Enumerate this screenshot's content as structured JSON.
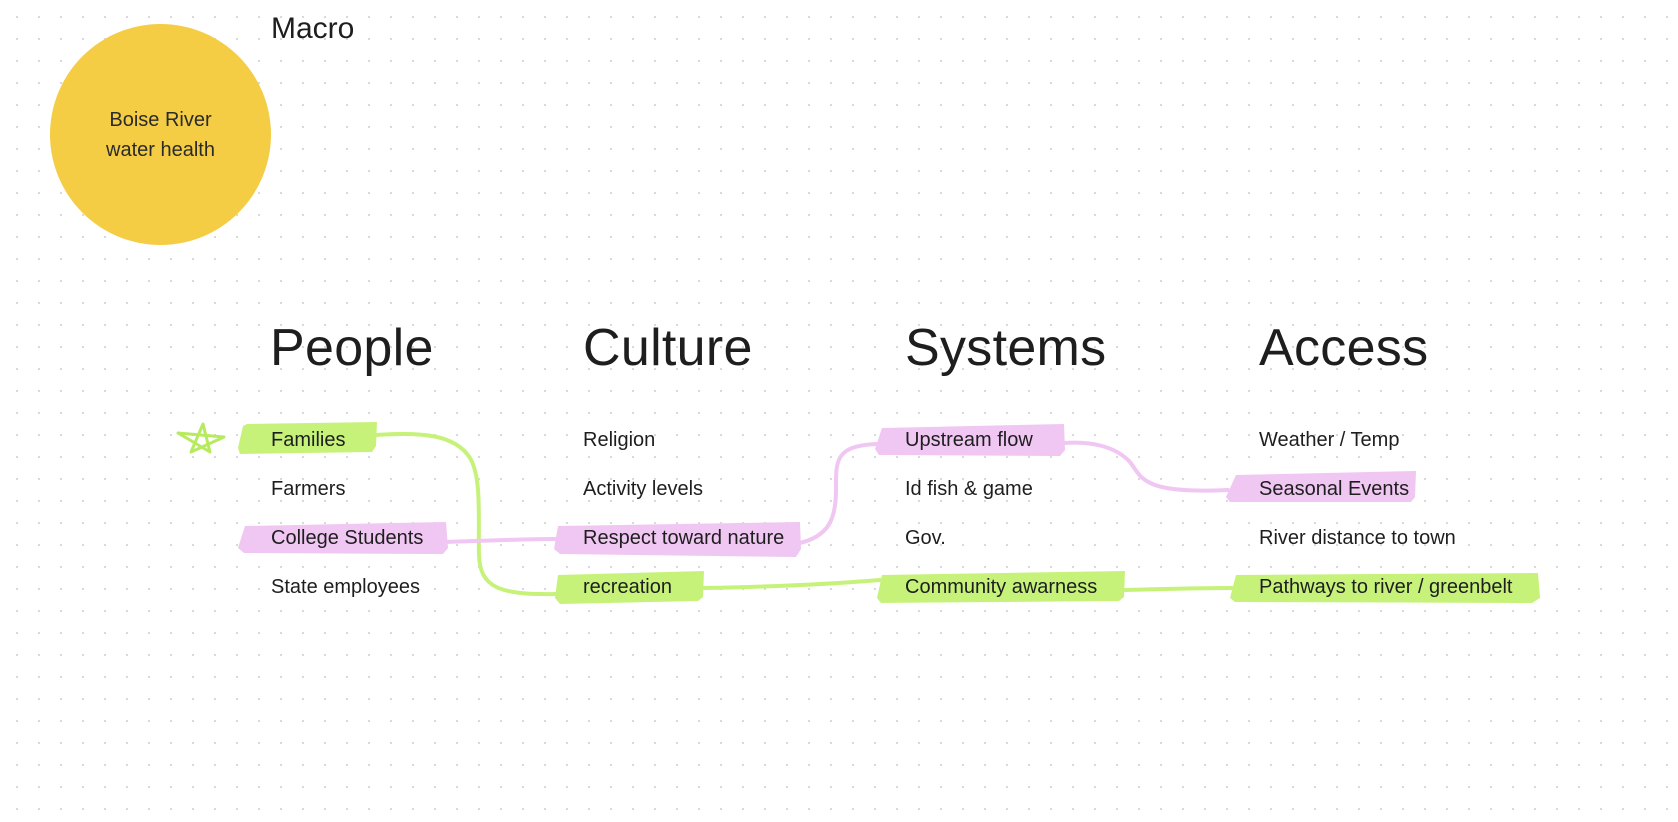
{
  "macro": {
    "title": "Macro"
  },
  "circle": {
    "line1": "Boise River",
    "line2": "water health"
  },
  "columns": [
    {
      "heading": "People",
      "items": [
        "Families",
        "Farmers",
        "College Students",
        "State employees"
      ]
    },
    {
      "heading": "Culture",
      "items": [
        "Religion",
        "Activity levels",
        "Respect toward nature",
        "recreation"
      ]
    },
    {
      "heading": "Systems",
      "items": [
        "Upstream flow",
        "Id fish & game",
        "Gov.",
        "Community awarness"
      ]
    },
    {
      "heading": "Access",
      "items": [
        "Weather / Temp",
        "Seasonal Events",
        "River distance to town",
        "Pathways to river / greenbelt"
      ]
    }
  ],
  "highlights": {
    "green_color": "#c6f27a",
    "pink_color": "#f0c6f2",
    "green_path": [
      "Families",
      "recreation",
      "Community awarness",
      "Pathways to river / greenbelt"
    ],
    "pink_path": [
      "College Students",
      "Respect toward nature",
      "Upstream flow",
      "Seasonal Events"
    ]
  },
  "marks": {
    "star_icon": "star-icon"
  }
}
